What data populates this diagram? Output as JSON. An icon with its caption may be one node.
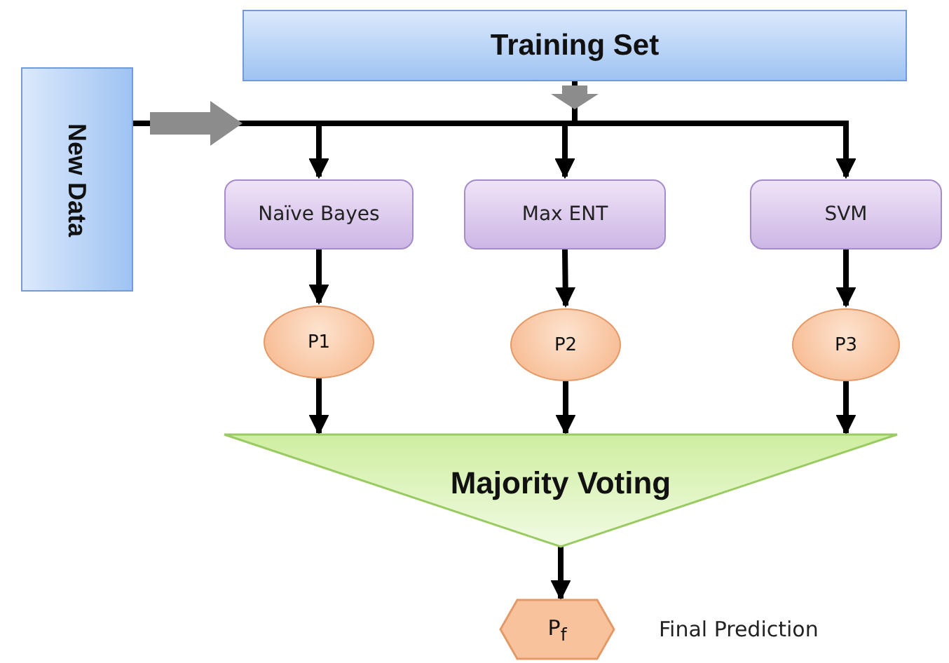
{
  "diagram": {
    "nodes": [
      {
        "text": [
          "Training Set"
        ]
      },
      {
        "text": [
          "New Data"
        ]
      },
      {
        "text": [
          "Naïve Bayes"
        ]
      },
      {
        "text": [
          "Max ENT"
        ]
      },
      {
        "text": [
          "SVM"
        ]
      },
      {
        "text": [
          "P1"
        ]
      },
      {
        "text": [
          "P2"
        ]
      },
      {
        "text": [
          "P3"
        ]
      },
      {
        "text": [
          "Majority Voting"
        ]
      },
      {
        "text": [
          "P$_{f}$"
        ],
        "beside": [
          "Final Prediction"
        ]
      }
    ],
    "edges": [
      {
        "from": 0,
        "to": 2,
        "arrow": "to"
      },
      {
        "from": 0,
        "to": 3,
        "arrow": "to"
      },
      {
        "from": 0,
        "to": 4,
        "arrow": "to"
      },
      {
        "from": 1,
        "to": 2,
        "arrow": "to"
      },
      {
        "from": 1,
        "to": 3,
        "arrow": "to"
      },
      {
        "from": 1,
        "to": 4,
        "arrow": "to"
      },
      {
        "from": 2,
        "to": 5,
        "arrow": "to"
      },
      {
        "from": 3,
        "to": 6,
        "arrow": "to"
      },
      {
        "from": 4,
        "to": 7,
        "arrow": "to"
      },
      {
        "from": 5,
        "to": 8,
        "arrow": "to"
      },
      {
        "from": 6,
        "to": 8,
        "arrow": "to"
      },
      {
        "from": 7,
        "to": 8,
        "arrow": "to"
      },
      {
        "from": 8,
        "to": 9,
        "arrow": "to"
      }
    ]
  }
}
